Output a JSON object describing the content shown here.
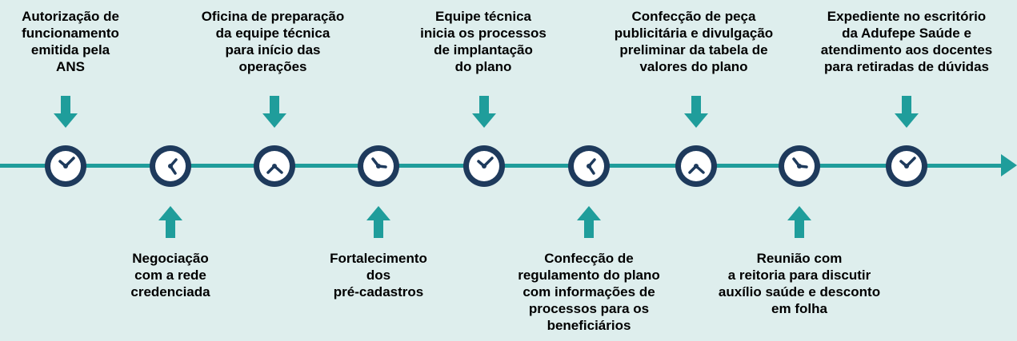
{
  "diagram": {
    "colors": {
      "accent": "#1f9d9b",
      "clock_face": "#1e3a5c",
      "background": "#deeeed"
    },
    "milestones": [
      {
        "position": "top",
        "label": "Autorização de\nfuncionamento\nemitida pela\nANS",
        "clock_icon": "clock-icon"
      },
      {
        "position": "bottom",
        "label": "Negociação\ncom a rede\ncredenciada",
        "clock_icon": "clock-icon"
      },
      {
        "position": "top",
        "label": "Oficina de preparação\nda equipe técnica\npara início das\noperações",
        "clock_icon": "clock-icon"
      },
      {
        "position": "bottom",
        "label": "Fortalecimento\ndos\npré-cadastros",
        "clock_icon": "clock-icon"
      },
      {
        "position": "top",
        "label": "Equipe técnica\ninicia os processos\nde implantação\ndo plano",
        "clock_icon": "clock-icon"
      },
      {
        "position": "bottom",
        "label": "Confecção de\nregulamento do plano\ncom informações de\nprocessos para os\nbeneficiários",
        "clock_icon": "clock-icon"
      },
      {
        "position": "top",
        "label": "Confecção de peça\npublicitária e divulgação\npreliminar da tabela de\nvalores do plano",
        "clock_icon": "clock-icon"
      },
      {
        "position": "bottom",
        "label": "Reunião com\na reitoria para discutir\nauxílio saúde e desconto\nem folha",
        "clock_icon": "clock-icon"
      },
      {
        "position": "top",
        "label": "Expediente no escritório\nda Adufepe Saúde e\natendimento aos docentes\npara retiradas de dúvidas",
        "clock_icon": "clock-icon"
      }
    ]
  }
}
